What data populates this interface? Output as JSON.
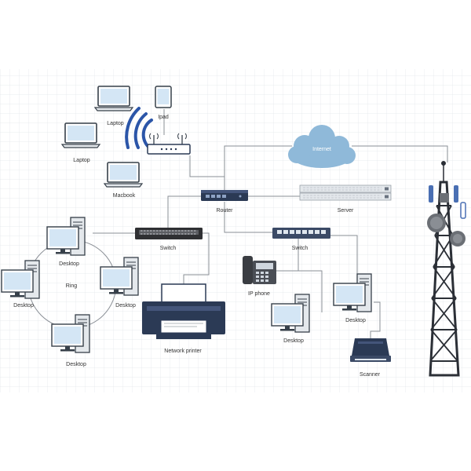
{
  "colors": {
    "background": "#ffffff",
    "grid": "#e3e6ea",
    "connector": "#8a8f96",
    "navy": "#2b3a55",
    "dark": "#37404a",
    "light_gray": "#e4e8ec",
    "screen": "#d4e6f5",
    "cloud": "#8fb9d9",
    "wifi": "#2b55a8",
    "tower": "#2b2f36"
  },
  "labels": {
    "laptop_top": "Laptop",
    "ipad": "Ipad",
    "laptop_left": "Laptop",
    "macbook": "Macbook",
    "internet": "Internet",
    "router": "Router",
    "server": "Server",
    "switch_left": "Switch",
    "switch_right": "Switch",
    "ring": "Ring",
    "desktop_ring_top": "Desktop",
    "desktop_ring_left": "Desktop",
    "desktop_ring_right": "Desktop",
    "desktop_ring_bottom": "Desktop",
    "network_printer": "Network printer",
    "ip_phone": "IP phone",
    "desktop_mid": "Desktop",
    "desktop_right": "Desktop",
    "scanner": "Scanner"
  },
  "icons": {
    "laptop": "laptop-icon",
    "tablet": "tablet-icon",
    "wifi_router": "wireless-router-icon",
    "cloud": "cloud-icon",
    "router": "router-icon",
    "server": "server-icon",
    "switch": "switch-icon",
    "desktop": "desktop-computer-icon",
    "printer": "printer-icon",
    "phone": "ip-phone-icon",
    "scanner": "scanner-icon",
    "tower": "cell-tower-icon"
  }
}
